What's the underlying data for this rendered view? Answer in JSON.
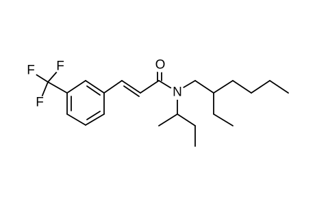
{
  "molecule": {
    "atom_labels": {
      "oxygen": "O",
      "nitrogen": "N",
      "fluorine_1": "F",
      "fluorine_2": "F",
      "fluorine_3": "F"
    },
    "colors": {
      "bond": "#000000",
      "label": "#000000",
      "background": "#ffffff"
    }
  }
}
